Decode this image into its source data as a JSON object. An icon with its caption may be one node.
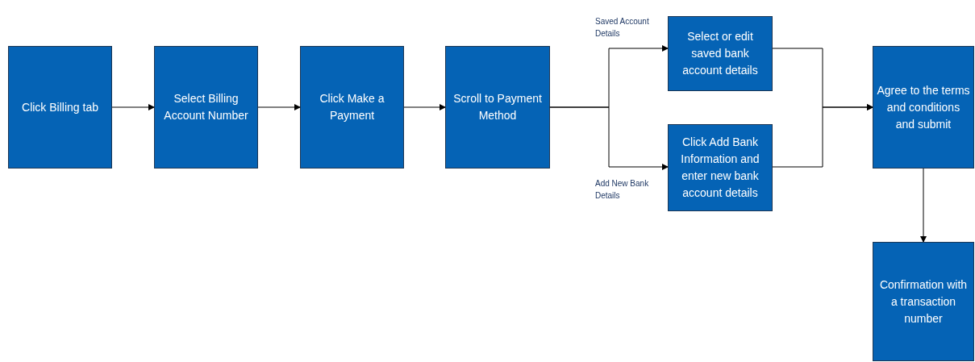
{
  "diagram": {
    "nodes": [
      {
        "text": [
          "Click Billing tab"
        ]
      },
      {
        "text": [
          "Select Billing Account Number"
        ]
      },
      {
        "text": [
          "Click Make a Payment"
        ]
      },
      {
        "text": [
          "Scroll to Payment Method"
        ]
      },
      {
        "text": [
          "Select or edit saved bank account details"
        ]
      },
      {
        "text": [
          "Click Add Bank Information and enter new bank account details"
        ]
      },
      {
        "text": [
          "Agree to the terms and conditions and submit"
        ]
      },
      {
        "text": [
          "Confirmation with a transaction number"
        ]
      }
    ],
    "edges": [
      {
        "from": 0,
        "to": 1,
        "arrow": "to"
      },
      {
        "from": 1,
        "to": 2,
        "arrow": "to"
      },
      {
        "from": 2,
        "to": 3,
        "arrow": "to"
      },
      {
        "from": 3,
        "to": 4,
        "arrow": "to",
        "label": "Saved Account Details"
      },
      {
        "from": 3,
        "to": 5,
        "arrow": "to",
        "label": "Add New Bank Details"
      },
      {
        "from": 4,
        "to": 6,
        "arrow": "to"
      },
      {
        "from": 5,
        "to": 6,
        "arrow": "to"
      },
      {
        "from": 6,
        "to": 7,
        "arrow": "to"
      }
    ]
  }
}
